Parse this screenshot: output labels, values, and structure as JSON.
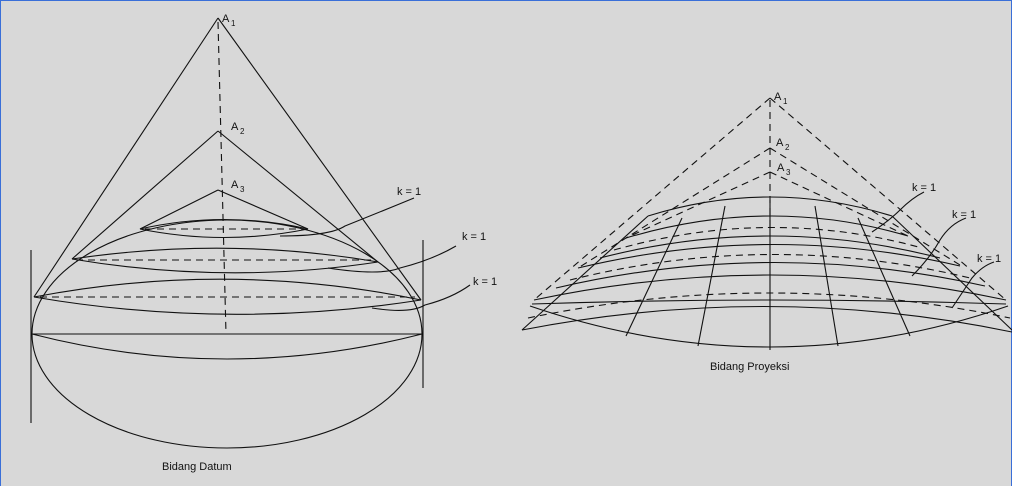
{
  "datum": {
    "apex_labels": [
      {
        "main": "A",
        "sub": "1"
      },
      {
        "main": "A",
        "sub": "2"
      },
      {
        "main": "A",
        "sub": "3"
      }
    ],
    "k_labels": [
      "k = 1",
      "k = 1",
      "k = 1"
    ],
    "caption": "Bidang Datum"
  },
  "projection": {
    "apex_labels": [
      {
        "main": "A",
        "sub": "1"
      },
      {
        "main": "A",
        "sub": "2"
      },
      {
        "main": "A",
        "sub": "3"
      }
    ],
    "k_labels": [
      "k = 1",
      "k = 1",
      "k = 1"
    ],
    "caption": "Bidang Proyeksi"
  }
}
